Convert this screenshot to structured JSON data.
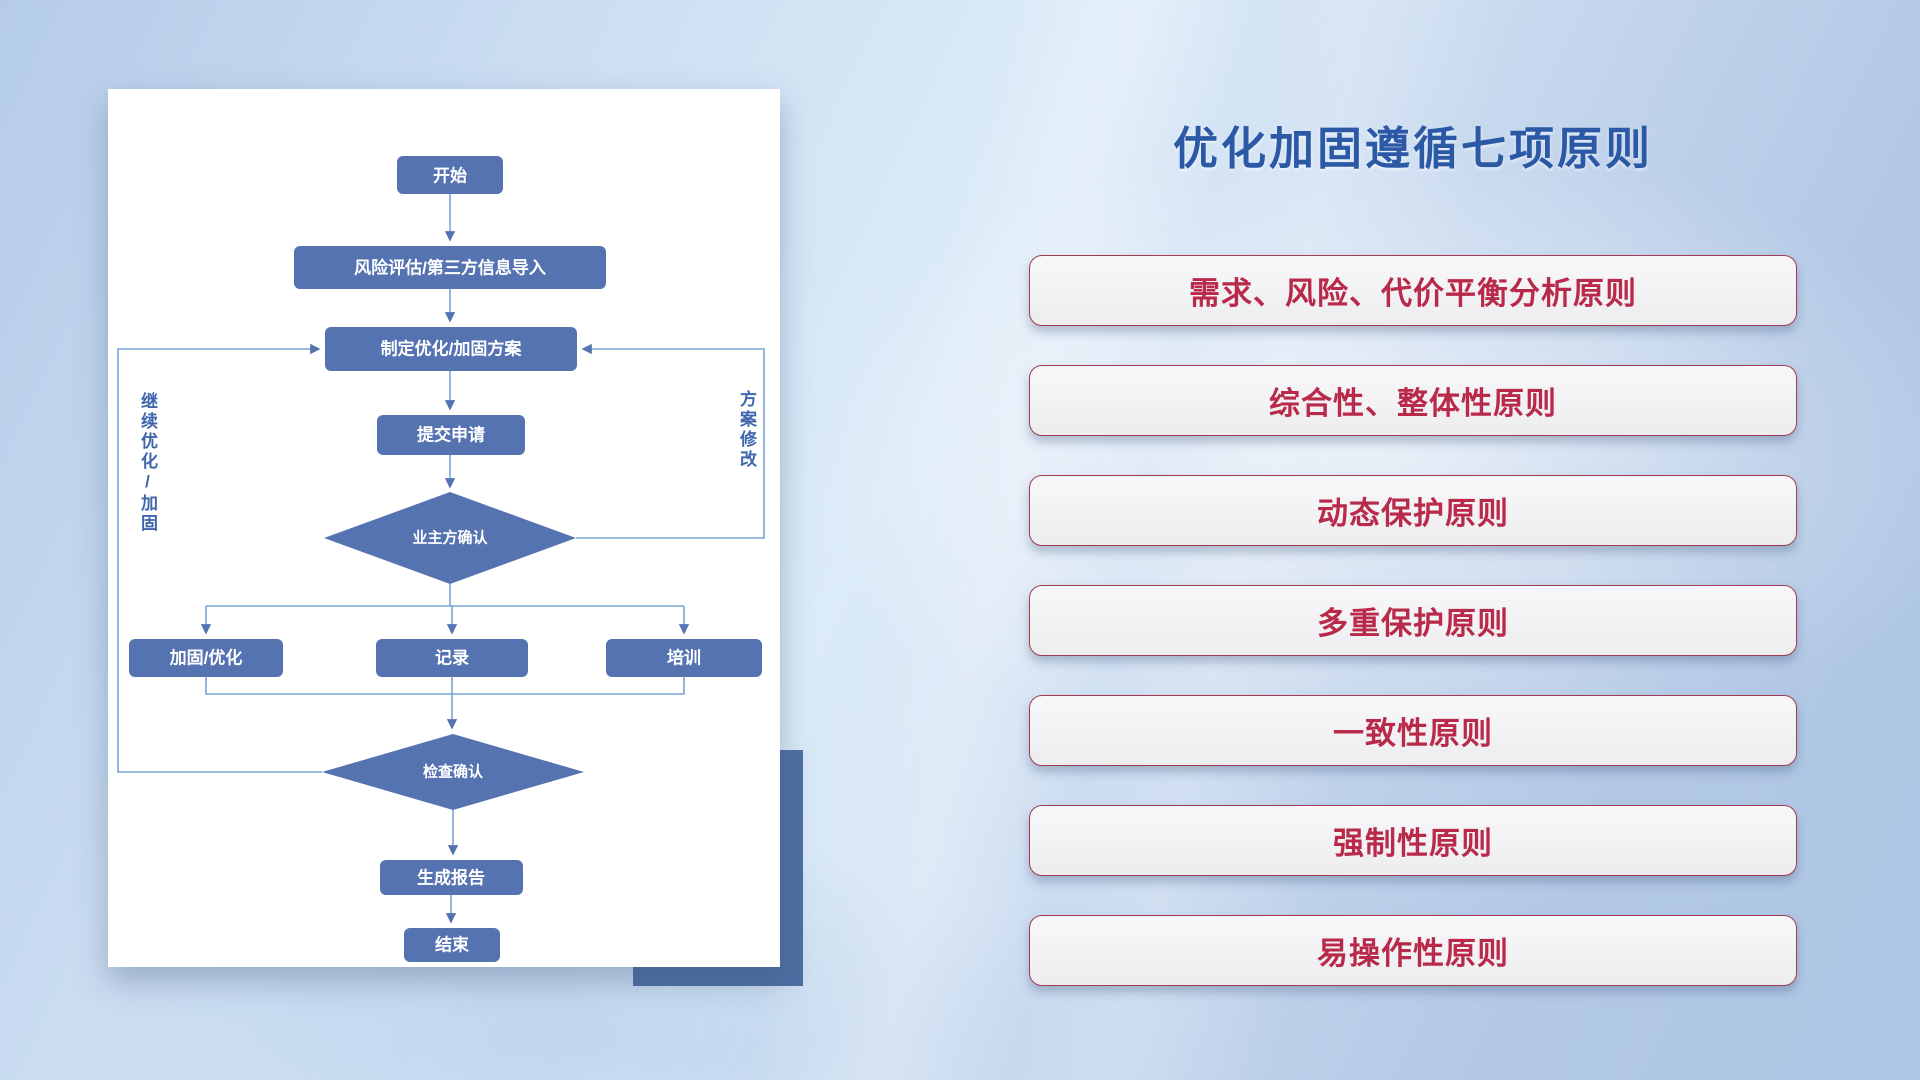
{
  "title": "优化加固遵循七项原则",
  "flowchart": {
    "nodes": {
      "start": "开始",
      "risk_import": "风险评估/第三方信息导入",
      "make_plan": "制定优化/加固方案",
      "submit": "提交申请",
      "owner_confirm": "业主方确认",
      "harden": "加固/优化",
      "record": "记录",
      "train": "培训",
      "check_confirm": "检查确认",
      "report": "生成报告",
      "end": "结束"
    },
    "loop_labels": {
      "continue_optimize": "继续优化/加固",
      "plan_modify": "方案修改"
    }
  },
  "principles": [
    "需求、风险、代价平衡分析原则",
    "综合性、整体性原则",
    "动态保护原则",
    "多重保护原则",
    "一致性原则",
    "强制性原则",
    "易操作性原则"
  ],
  "colors": {
    "node-fill": "#5673b1",
    "connector": "#7ba3d6",
    "title": "#2c59a6",
    "principle-text": "#b8294a",
    "principle-border": "#a03c52",
    "accent-rect": "#4e6fa3",
    "side-label": "#3f66ac"
  }
}
